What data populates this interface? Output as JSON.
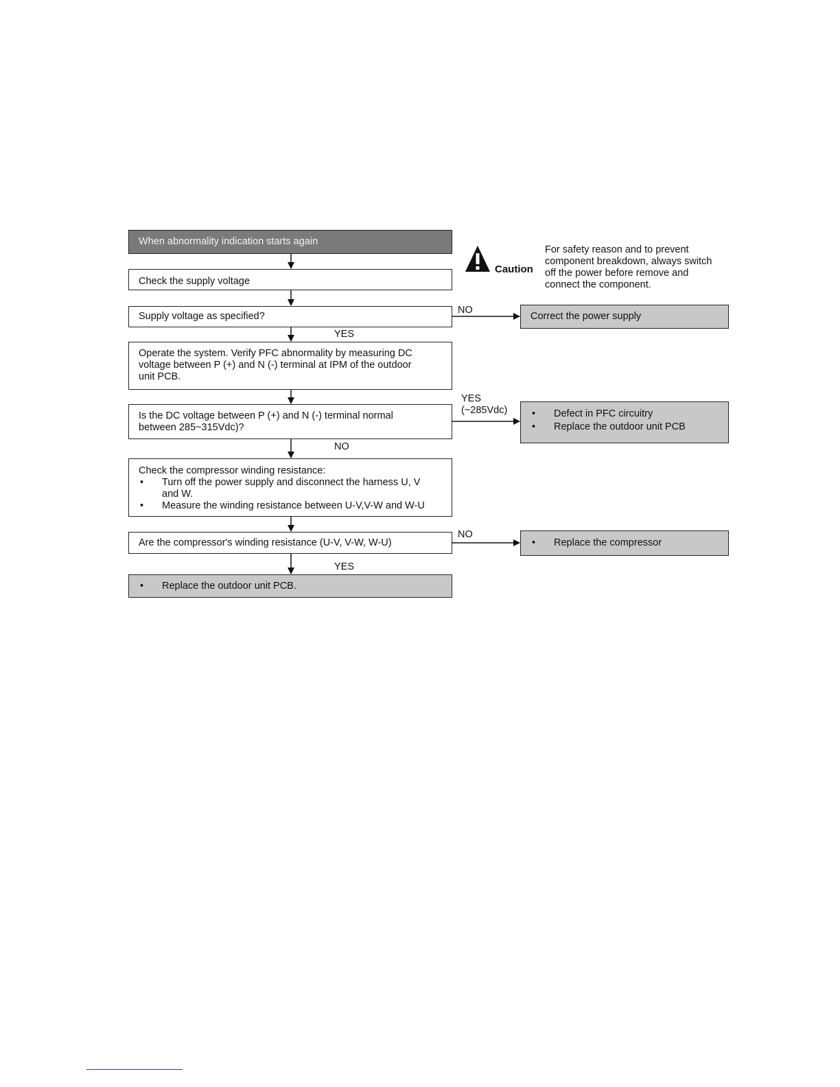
{
  "caution": {
    "icon": "warning-triangle-icon",
    "word": "Caution",
    "text": "For safety reason and to prevent component breakdown, always switch off the power before remove and connect the component."
  },
  "steps": {
    "start": "When abnormality indication starts again",
    "check_supply": "Check the supply voltage",
    "supply_question": "Supply voltage as specified?",
    "operate": "Operate the system. Verify PFC abnormality by measuring DC voltage between P (+) and N (-) terminal at IPM of the outdoor unit PCB.",
    "dc_question": "Is the DC voltage between P (+) and N (-) terminal normal between 285~315Vdc)?",
    "check_winding_title": "Check the compressor winding resistance:",
    "check_winding_items": [
      "Turn off the power supply and disconnect the harness U, V and W.",
      "Measure the winding resistance between U-V,V-W and W-U"
    ],
    "winding_question": "Are the compressor's winding resistance (U-V, V-W, W-U)",
    "replace_pcb": "Replace the outdoor unit PCB."
  },
  "outcomes": {
    "correct_power": "Correct the power supply",
    "pfc_items": [
      "Defect in PFC circuitry",
      "Replace the outdoor unit PCB"
    ],
    "replace_compressor": "Replace the compressor"
  },
  "labels": {
    "no_1": "NO",
    "yes_1": "YES",
    "yes_2_line1": "YES",
    "yes_2_line2": "(~285Vdc)",
    "no_2": "NO",
    "no_3": "NO",
    "yes_3": "YES"
  }
}
